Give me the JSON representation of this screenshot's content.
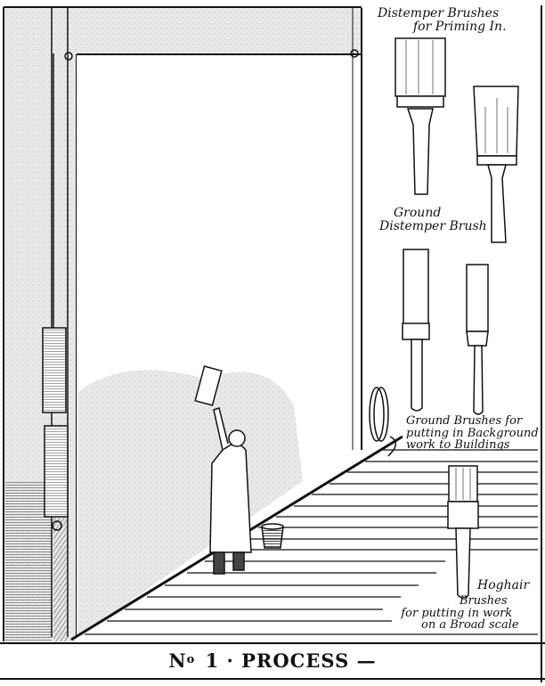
{
  "illustration": {
    "title": {
      "prefix": "N",
      "superscript": "o",
      "text": " 1 · PROCESS —"
    },
    "labels": {
      "distemper_brushes": [
        "Distemper Brushes",
        "for Priming In."
      ],
      "ground_distemper_brush": [
        "Ground",
        "Distemper Brush"
      ],
      "ground_brushes": [
        "Ground Brushes for",
        "putting in Background",
        "work to Buildings"
      ],
      "hoghair": "Hoghair",
      "hoghair_brushes": [
        "Brushes",
        "for putting in work",
        "on a Broad scale"
      ]
    },
    "scene": {
      "description": "Painter in long coat on a stage floor painting a large hanging canvas backdrop with a distemper brush; bucket beside him; counterweights on left wall; coiled rope at right.",
      "colors": {
        "ink": "#111111",
        "paper": "#ffffff",
        "wall_stipple": "#e6e6e6",
        "painted_area": "#ececec"
      }
    }
  }
}
